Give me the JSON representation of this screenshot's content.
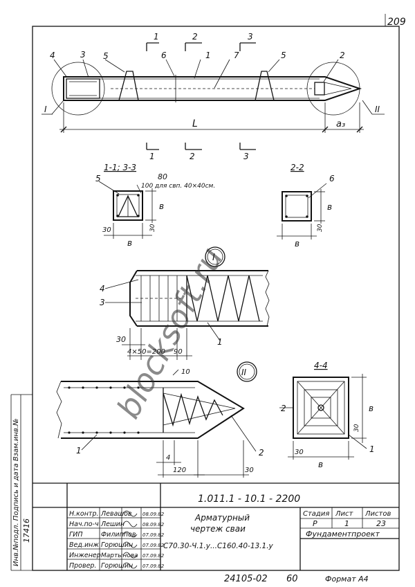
{
  "page_number": "209",
  "labels": {
    "sec1": "1",
    "sec2": "2",
    "sec3": "3",
    "c4": "4",
    "c3": "3",
    "c5a": "5",
    "c6": "6",
    "c1": "1",
    "c7": "7",
    "c5b": "5",
    "c2": "2",
    "node1": "I",
    "node2": "II",
    "length": "L",
    "a3": "а₃",
    "sec1_bot": "1",
    "sec2_bot": "2",
    "sec3_bot": "3"
  },
  "sections": {
    "s13_title": "1-1; 3-3",
    "s13_dim80": "80",
    "s13_note": "100 для свп. 40×40см.",
    "s13_pos5": "5",
    "s13_b_side": "в",
    "s13_b_bottom": "в",
    "s13_30a": "30",
    "s13_30b": "30",
    "s22_title": "2-2",
    "s22_pos6": "6",
    "s22_b_side": "в",
    "s22_b_bottom": "в",
    "s22_30": "30"
  },
  "detail1": {
    "mark": "I",
    "pos4": "4",
    "pos3": "3",
    "pos1": "1",
    "d30": "30",
    "d_spacing": "4×50=200",
    "d90": "90"
  },
  "detail2": {
    "mark": "II",
    "d10": "10",
    "pos1": "1",
    "pos2": "2",
    "d4": "4",
    "d120": "120",
    "d30": "30"
  },
  "section44": {
    "title": "4-4",
    "pos2": "2",
    "b_side": "в",
    "b_bottom": "в",
    "d30a": "30",
    "d30b": "30",
    "pos1": "1"
  },
  "stamp": {
    "side_label": "Инв.№подл. Подпись и дата Взам.инв.№",
    "side_number": "17416",
    "doc_code": "1.011.1 - 10.1 - 2200",
    "title_line1": "Арматурный",
    "title_line2": "чертеж сваи",
    "title_line3": "С70.30-Ч.1.у...С160.40-13.1.у",
    "col_stage": "Стадия",
    "col_sheet": "Лист",
    "col_sheets": "Листов",
    "stage": "Р",
    "sheet": "1",
    "sheets": "23",
    "org": "Фундаментпроект",
    "roles": [
      {
        "role": "Н.контр.",
        "name": "Левашов",
        "date": "08.09.82"
      },
      {
        "role": "Нач.по-ч",
        "name": "Лешин",
        "date": "08.09.82"
      },
      {
        "role": "ГИП",
        "name": "Филиппов",
        "date": "07.09.82"
      },
      {
        "role": "Вед.инж",
        "name": "Горюшин",
        "date": "07.09.82"
      },
      {
        "role": "Инженер",
        "name": "Мартынова",
        "date": "07.09.82"
      },
      {
        "role": "Провер.",
        "name": "Горюшин",
        "date": "07.09.82"
      }
    ],
    "bottom_code": "24105-02",
    "bottom_num": "60",
    "format": "Формат А4"
  },
  "watermark": "blocksoft.ru"
}
